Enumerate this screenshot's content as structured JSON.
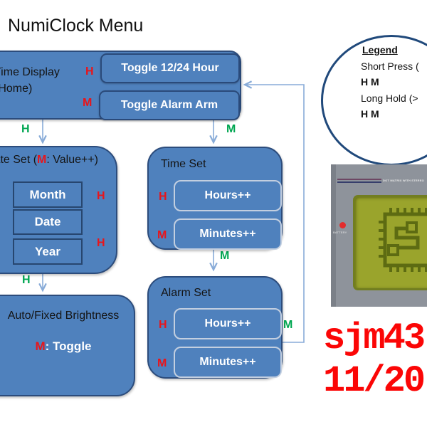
{
  "title": "NumiClock Menu",
  "legend": {
    "title": "Legend",
    "short_press": "Short Press (",
    "short_press_keys": "H M",
    "long_hold": "Long Hold (>",
    "long_hold_keys": "H M"
  },
  "home": {
    "label": "Time Display (Home)",
    "h_key": "H",
    "m_key": "M",
    "h_action": "Toggle 12/24 Hour",
    "m_action": "Toggle Alarm Arm"
  },
  "date_set": {
    "title_prefix": "Date Set (",
    "title_key": "M",
    "title_suffix": ": Value++)",
    "fields": [
      "Month",
      "Date",
      "Year"
    ],
    "cycle_key_1": "H",
    "cycle_key_2": "H"
  },
  "time_set": {
    "title": "Time Set",
    "h_key": "H",
    "m_key": "M",
    "h_action": "Hours++",
    "m_action": "Minutes++"
  },
  "alarm_set": {
    "title": "Alarm Set",
    "h_key": "H",
    "m_key": "M",
    "h_action": "Hours++",
    "m_action": "Minutes++"
  },
  "brightness": {
    "title": "Auto/Fixed Brightness",
    "key": "M",
    "action": ": Toggle"
  },
  "edges": {
    "home_to_date": "H",
    "home_to_time": "M",
    "date_to_brightness": "H",
    "time_to_alarm": "M",
    "alarm_to_home": "M"
  },
  "device_photo": {
    "header": "DOT MATRIX WITH STEREO",
    "battery_label": "BATTERY"
  },
  "watermark": {
    "line1": "sjm43",
    "line2": "11/20"
  },
  "colors": {
    "node_fill": "#4f81bd",
    "node_border": "#2c4c7c",
    "key_red": "#e8151b",
    "key_green": "#00a651",
    "connector_blue": "#88abd8",
    "watermark_red": "#fb0606",
    "legend_border": "#20497b",
    "screen_olive": "#9aa42c"
  }
}
